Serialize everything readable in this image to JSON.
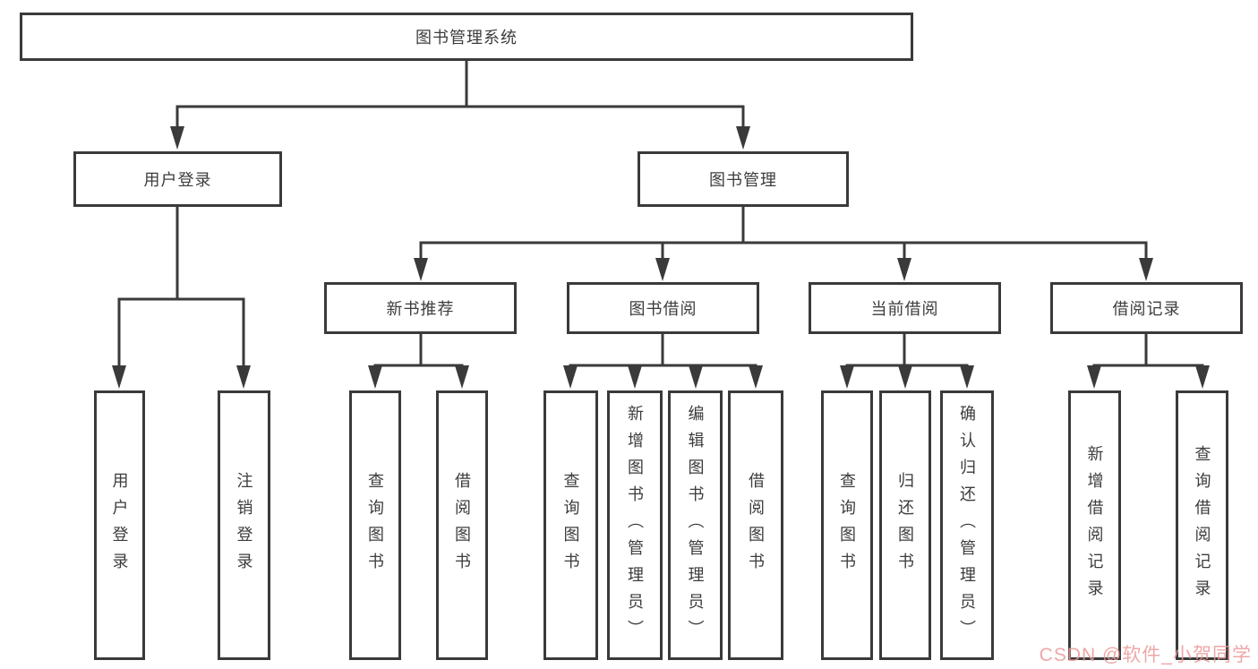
{
  "diagram": {
    "title": "图书管理系统",
    "branches": {
      "user_login": {
        "label": "用户登录",
        "children": [
          "用户登录",
          "注销登录"
        ]
      },
      "book_mgmt": {
        "label": "图书管理",
        "sections": {
          "new_books": {
            "label": "新书推荐",
            "children": [
              "查询图书",
              "借阅图书"
            ]
          },
          "borrowing": {
            "label": "图书借阅",
            "children": [
              "查询图书",
              "新增图书（管理员）",
              "编辑图书（管理员）",
              "借阅图书"
            ]
          },
          "current": {
            "label": "当前借阅",
            "children": [
              "查询图书",
              "归还图书",
              "确认归还（管理员）"
            ]
          },
          "records": {
            "label": "借阅记录",
            "children": [
              "新增借阅记录",
              "查询借阅记录"
            ]
          }
        }
      }
    }
  },
  "watermark": {
    "text": "CSDN @软件_小贺同学"
  },
  "colors": {
    "line": "#3a3a3a",
    "text": "#3c3c3c",
    "watermark": "#eb9898",
    "background": "#ffffff"
  }
}
